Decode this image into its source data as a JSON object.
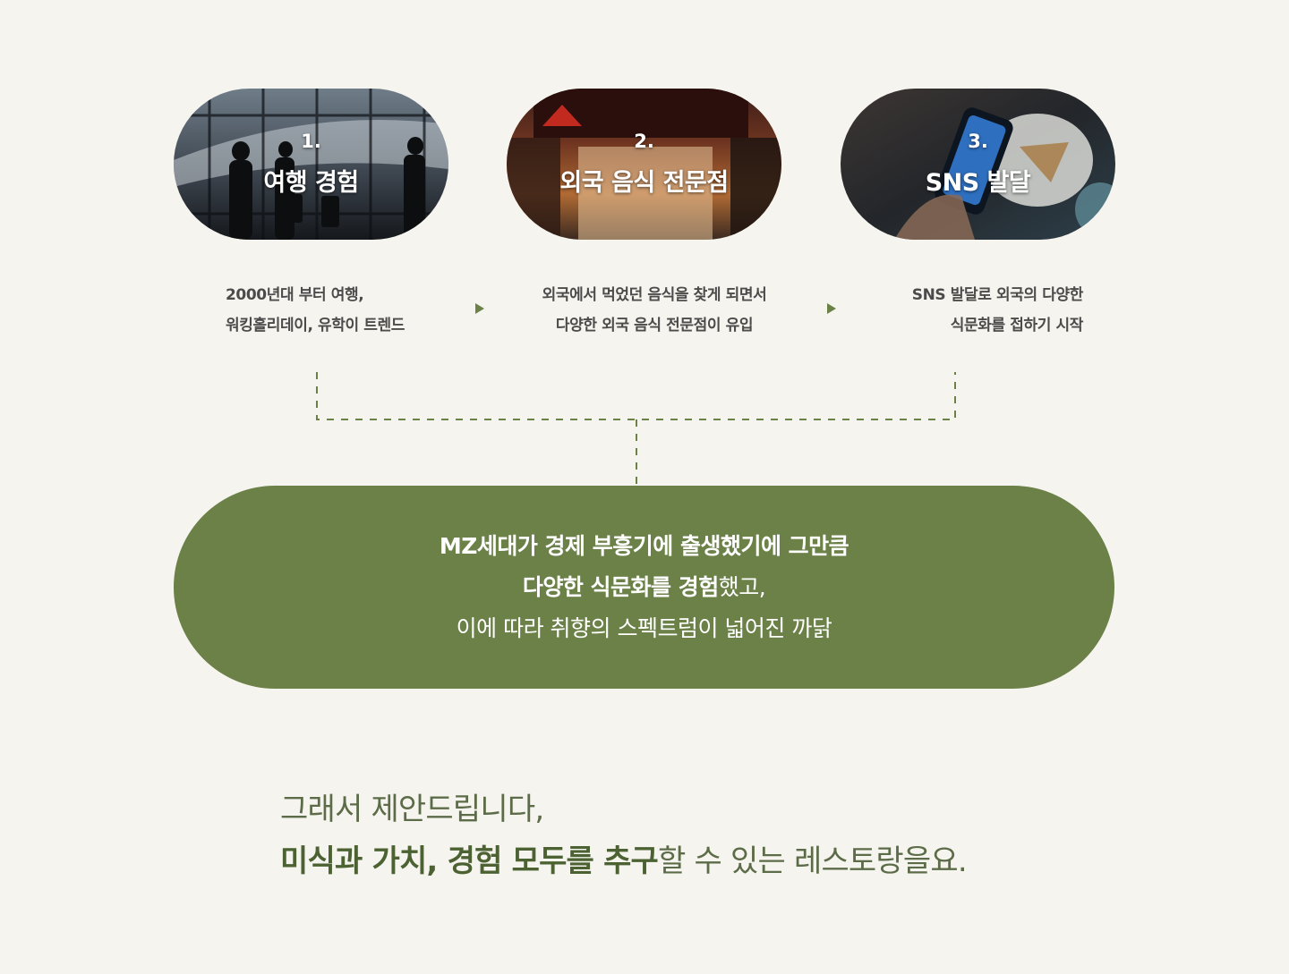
{
  "steps": [
    {
      "number": "1.",
      "title": "여행 경험",
      "icon": "airport-photo",
      "desc_line1": "2000년대 부터 여행,",
      "desc_line2": "워킹홀리데이, 유학이 트렌드"
    },
    {
      "number": "2.",
      "title": "외국 음식 전문점",
      "icon": "pizza-hut-photo",
      "desc_line1": "외국에서 먹었던 음식을 찾게 되면서",
      "desc_line2": "다양한 외국 음식 전문점이 유입"
    },
    {
      "number": "3.",
      "title": "SNS 발달",
      "icon": "smartphone-cafe-photo",
      "desc_line1": "SNS 발달로 외국의 다양한",
      "desc_line2": "식문화를 접하기 시작"
    }
  ],
  "summary": {
    "line1": "MZ세대가 경제 부흥기에  출생했기에 그만큼",
    "line2_bold": "다양한 식문화를 경험",
    "line2_rest": "했고,",
    "line3": "이에 따라 취향의 스펙트럼이 넓어진 까닭"
  },
  "closing": {
    "line1": "그래서 제안드립니다,",
    "line2_bold": "미식과 가치, 경험 모두를 추구",
    "line2_rest": "할 수 있는 레스토랑을요."
  },
  "colors": {
    "accent": "#6b8148",
    "background": "#f6f4ef"
  }
}
